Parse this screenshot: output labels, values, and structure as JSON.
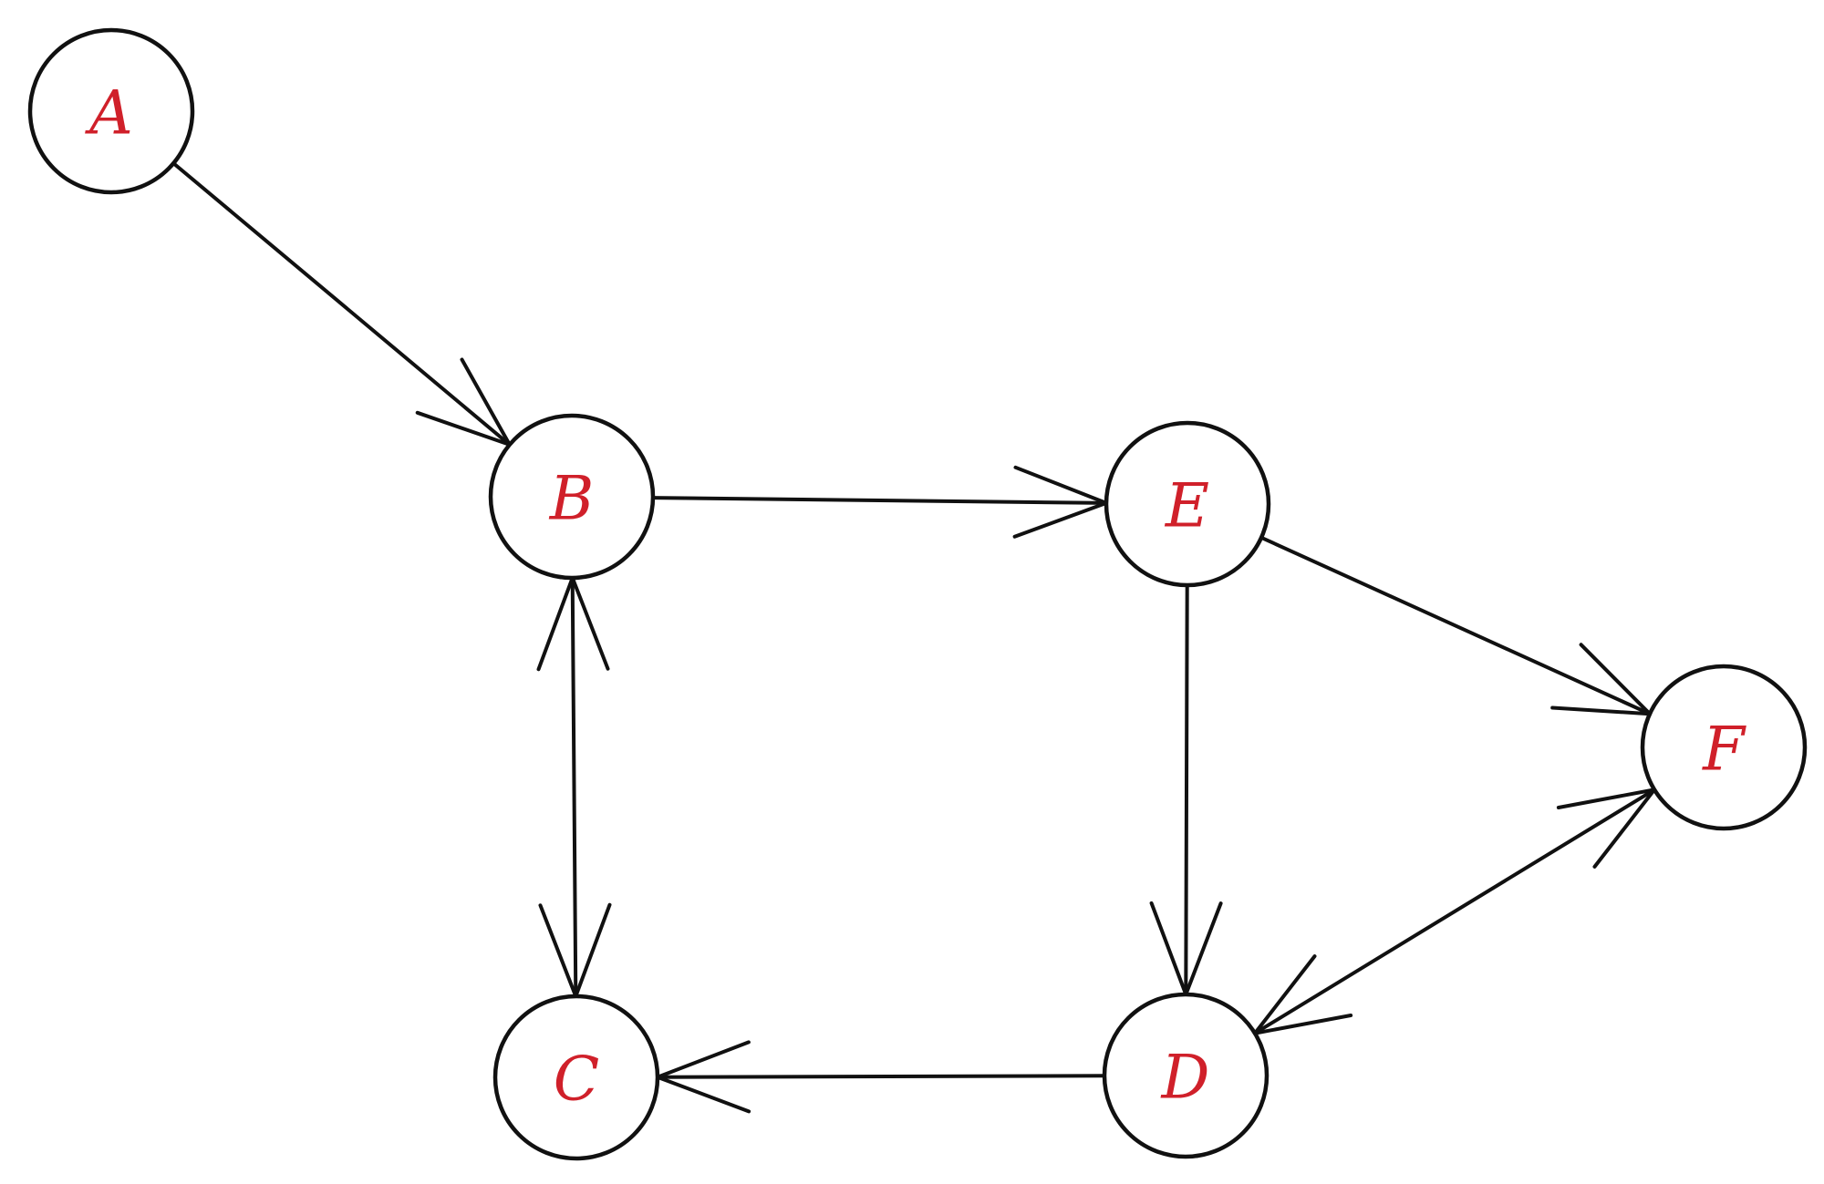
{
  "diagram": {
    "node_label_color": "#d0202a",
    "edge_color": "#111111",
    "nodes": [
      {
        "id": "A",
        "label": "A"
      },
      {
        "id": "B",
        "label": "B"
      },
      {
        "id": "C",
        "label": "C"
      },
      {
        "id": "D",
        "label": "D"
      },
      {
        "id": "E",
        "label": "E"
      },
      {
        "id": "F",
        "label": "F"
      }
    ],
    "edges": [
      {
        "from": "A",
        "to": "B",
        "arrow_start": false,
        "arrow_end": true
      },
      {
        "from": "B",
        "to": "E",
        "arrow_start": false,
        "arrow_end": true
      },
      {
        "from": "B",
        "to": "C",
        "arrow_start": true,
        "arrow_end": true
      },
      {
        "from": "E",
        "to": "D",
        "arrow_start": false,
        "arrow_end": true
      },
      {
        "from": "E",
        "to": "F",
        "arrow_start": false,
        "arrow_end": true
      },
      {
        "from": "D",
        "to": "C",
        "arrow_start": false,
        "arrow_end": true
      },
      {
        "from": "D",
        "to": "F",
        "arrow_start": true,
        "arrow_end": true
      }
    ]
  }
}
